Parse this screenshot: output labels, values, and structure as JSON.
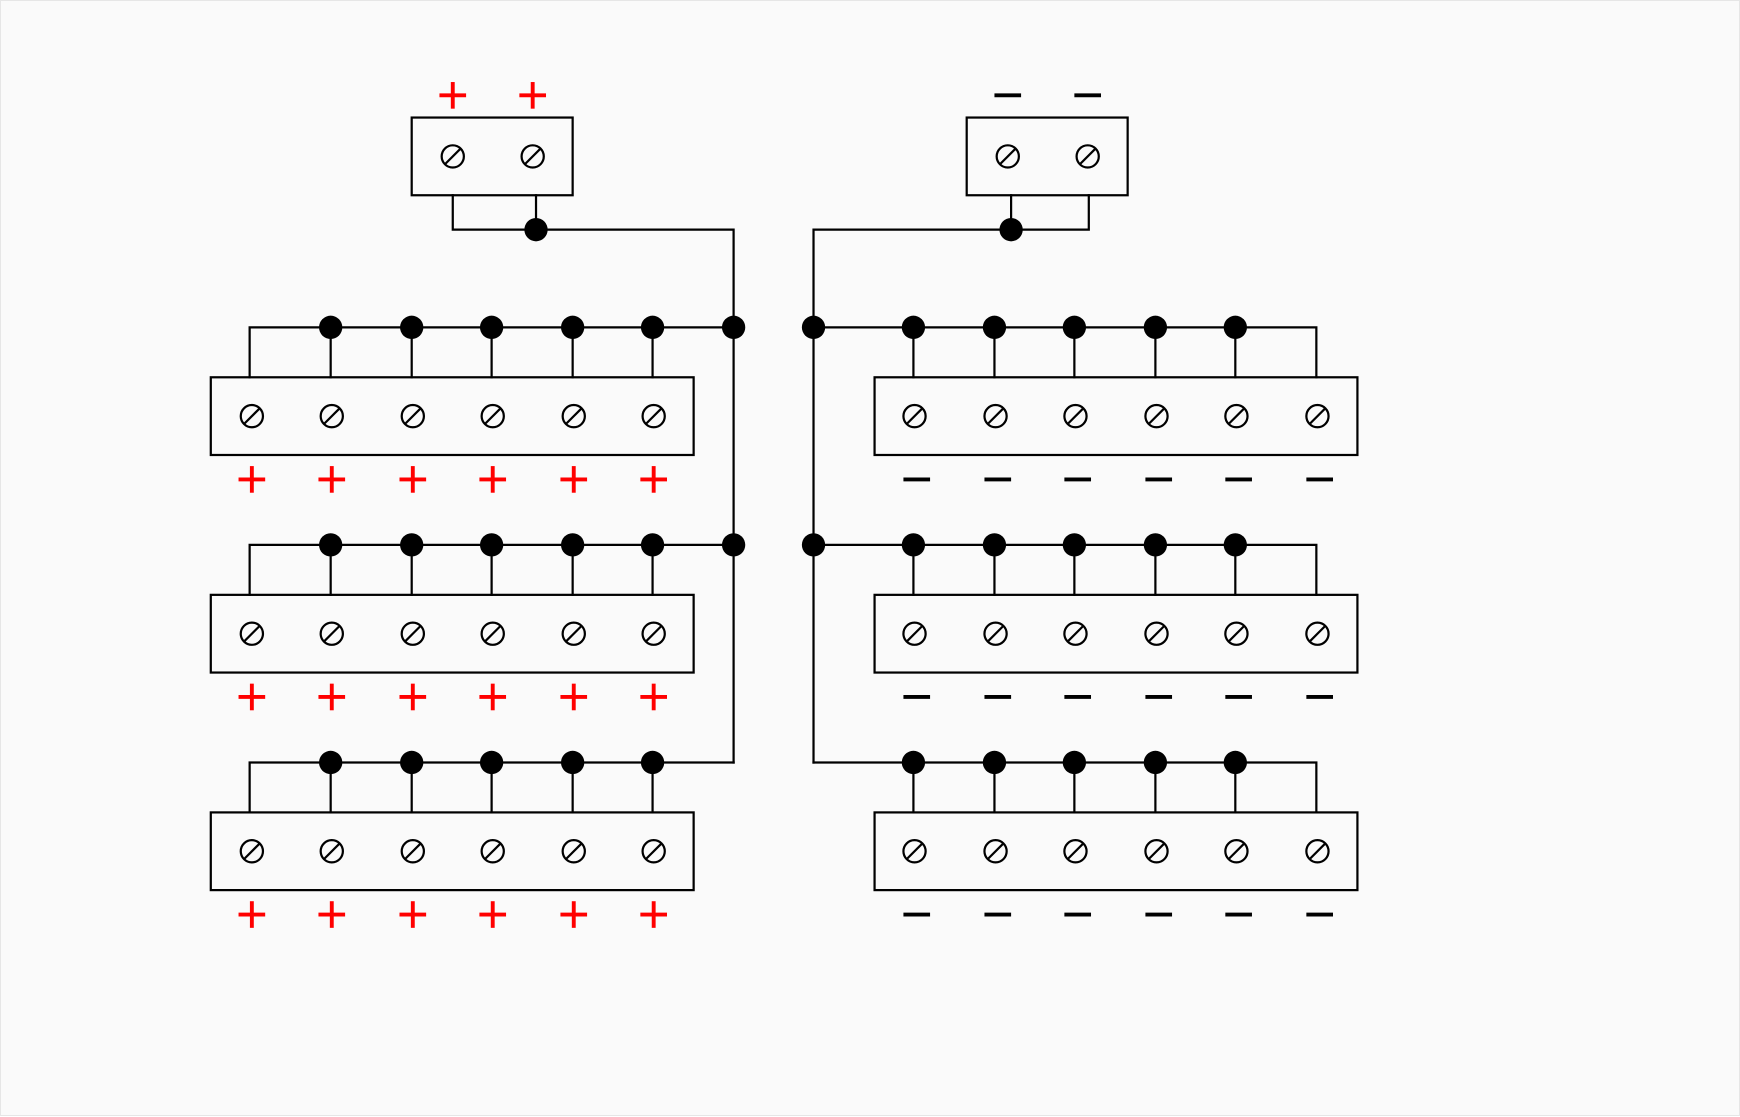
{
  "diagram": {
    "colors": {
      "positive": "#ff0000",
      "negative": "#000000",
      "wire": "#000000",
      "background": "#fafafa"
    },
    "input_blocks": [
      {
        "id": "input-positive",
        "polarity": "positive",
        "terminal_count": 2,
        "terminal_symbol": "+",
        "terminal_icon": "screw-terminal-icon"
      },
      {
        "id": "input-negative",
        "polarity": "negative",
        "terminal_count": 2,
        "terminal_symbol": "−",
        "terminal_icon": "screw-terminal-icon"
      }
    ],
    "distribution_blocks": [
      {
        "id": "pos-block-1",
        "polarity": "positive",
        "terminal_count": 6,
        "terminal_symbol": "+"
      },
      {
        "id": "pos-block-2",
        "polarity": "positive",
        "terminal_count": 6,
        "terminal_symbol": "+"
      },
      {
        "id": "pos-block-3",
        "polarity": "positive",
        "terminal_count": 6,
        "terminal_symbol": "+"
      },
      {
        "id": "neg-block-1",
        "polarity": "negative",
        "terminal_count": 6,
        "terminal_symbol": "−"
      },
      {
        "id": "neg-block-2",
        "polarity": "negative",
        "terminal_count": 6,
        "terminal_symbol": "−"
      },
      {
        "id": "neg-block-3",
        "polarity": "negative",
        "terminal_count": 6,
        "terminal_symbol": "−"
      }
    ]
  }
}
